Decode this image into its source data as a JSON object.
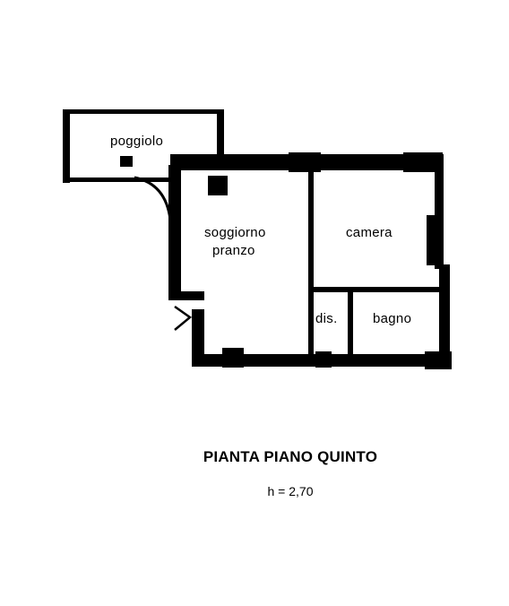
{
  "rooms": {
    "balcony": "poggiolo",
    "living": "soggiorno",
    "living_line2": "pranzo",
    "bedroom": "camera",
    "hallway": "dis.",
    "bathroom": "bagno"
  },
  "caption": {
    "title": "PIANTA PIANO QUINTO",
    "height": "h = 2,70"
  },
  "colors": {
    "walls": "#000000",
    "background": "#ffffff"
  }
}
